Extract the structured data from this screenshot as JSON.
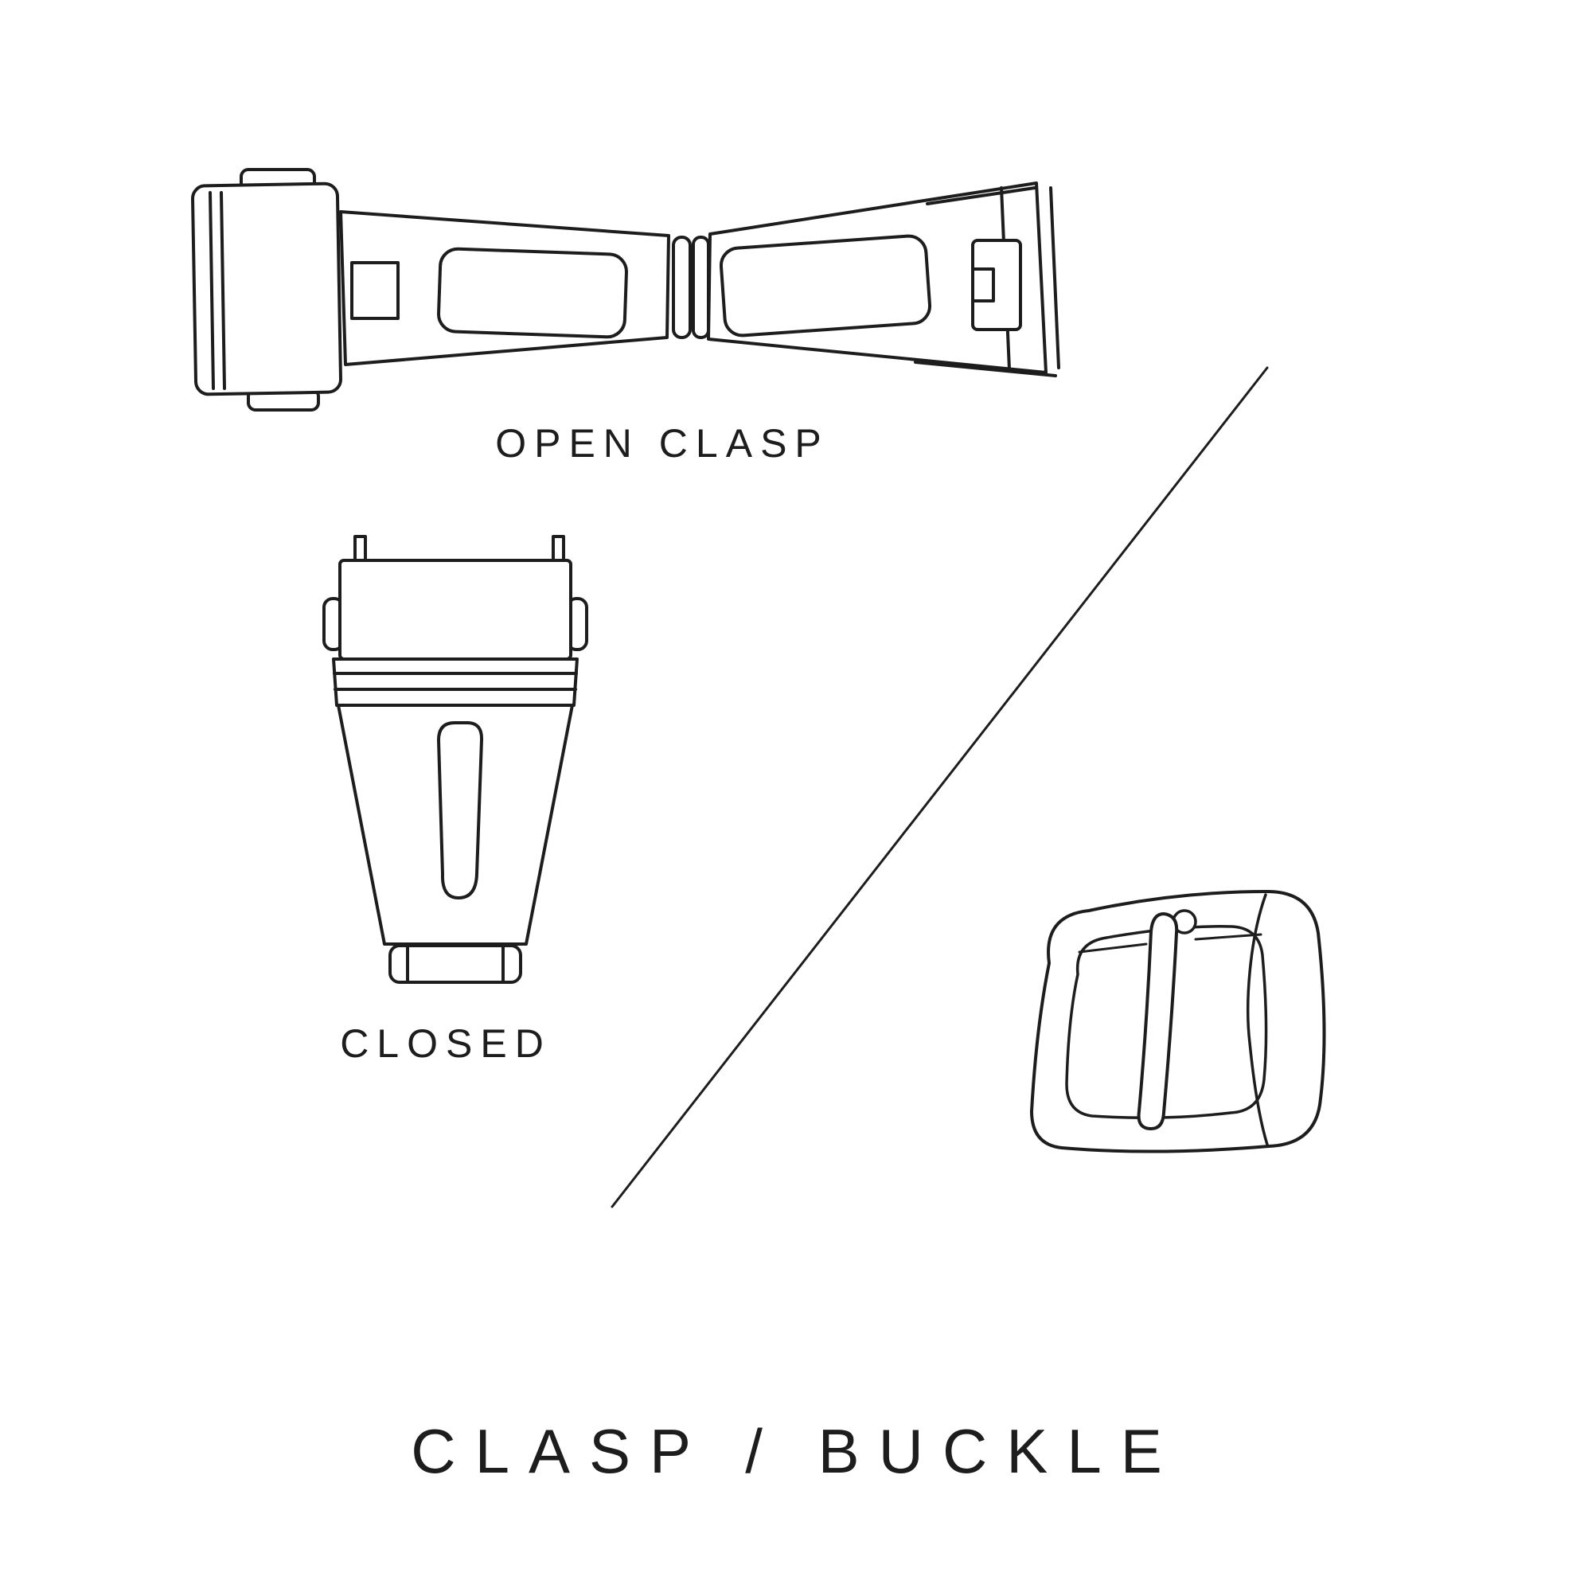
{
  "colors": {
    "ink": "#1d1d1d",
    "background": "#ffffff"
  },
  "labels": {
    "open_clasp": "OPEN CLASP",
    "closed": "CLOSED",
    "title": "CLASP / BUCKLE"
  }
}
